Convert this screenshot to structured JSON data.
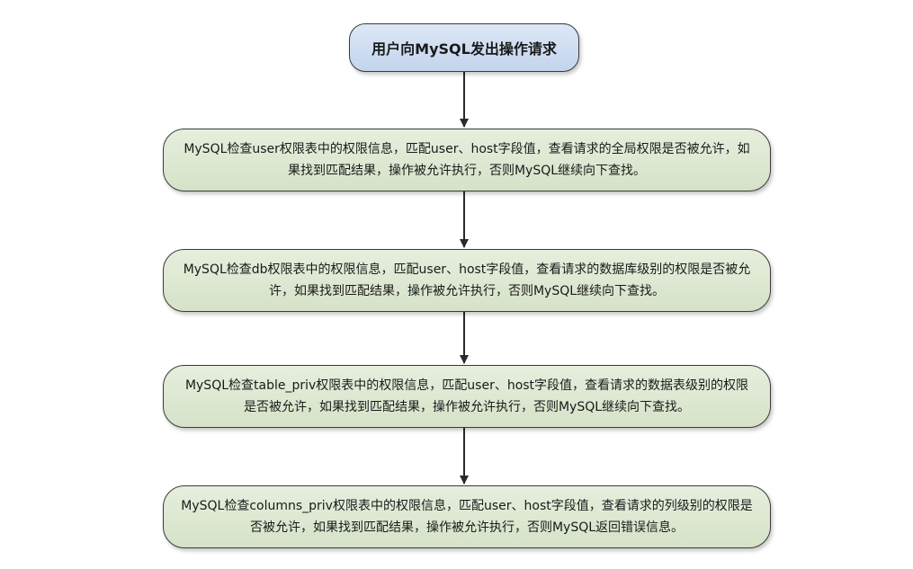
{
  "diagram": {
    "start": {
      "label": "用户向MySQL发出操作请求"
    },
    "steps": [
      {
        "label": "MySQL检查user权限表中的权限信息，匹配user、host字段值，查看请求的全局权限是否被允许，如果找到匹配结果，操作被允许执行，否则MySQL继续向下查找。"
      },
      {
        "label": "MySQL检查db权限表中的权限信息，匹配user、host字段值，查看请求的数据库级别的权限是否被允许，如果找到匹配结果，操作被允许执行，否则MySQL继续向下查找。"
      },
      {
        "label": "MySQL检查table_priv权限表中的权限信息，匹配user、host字段值，查看请求的数据表级别的权限是否被允许，如果找到匹配结果，操作被允许执行，否则MySQL继续向下查找。"
      },
      {
        "label": "MySQL检查columns_priv权限表中的权限信息，匹配user、host字段值，查看请求的列级别的权限是否被允许，如果找到匹配结果，操作被允许执行，否则MySQL返回错误信息。"
      }
    ],
    "colors": {
      "start_fill": "#c9d8ee",
      "step_fill": "#dae5cd",
      "stroke": "#3a3a3a",
      "arrow": "#2a2a2a"
    }
  }
}
